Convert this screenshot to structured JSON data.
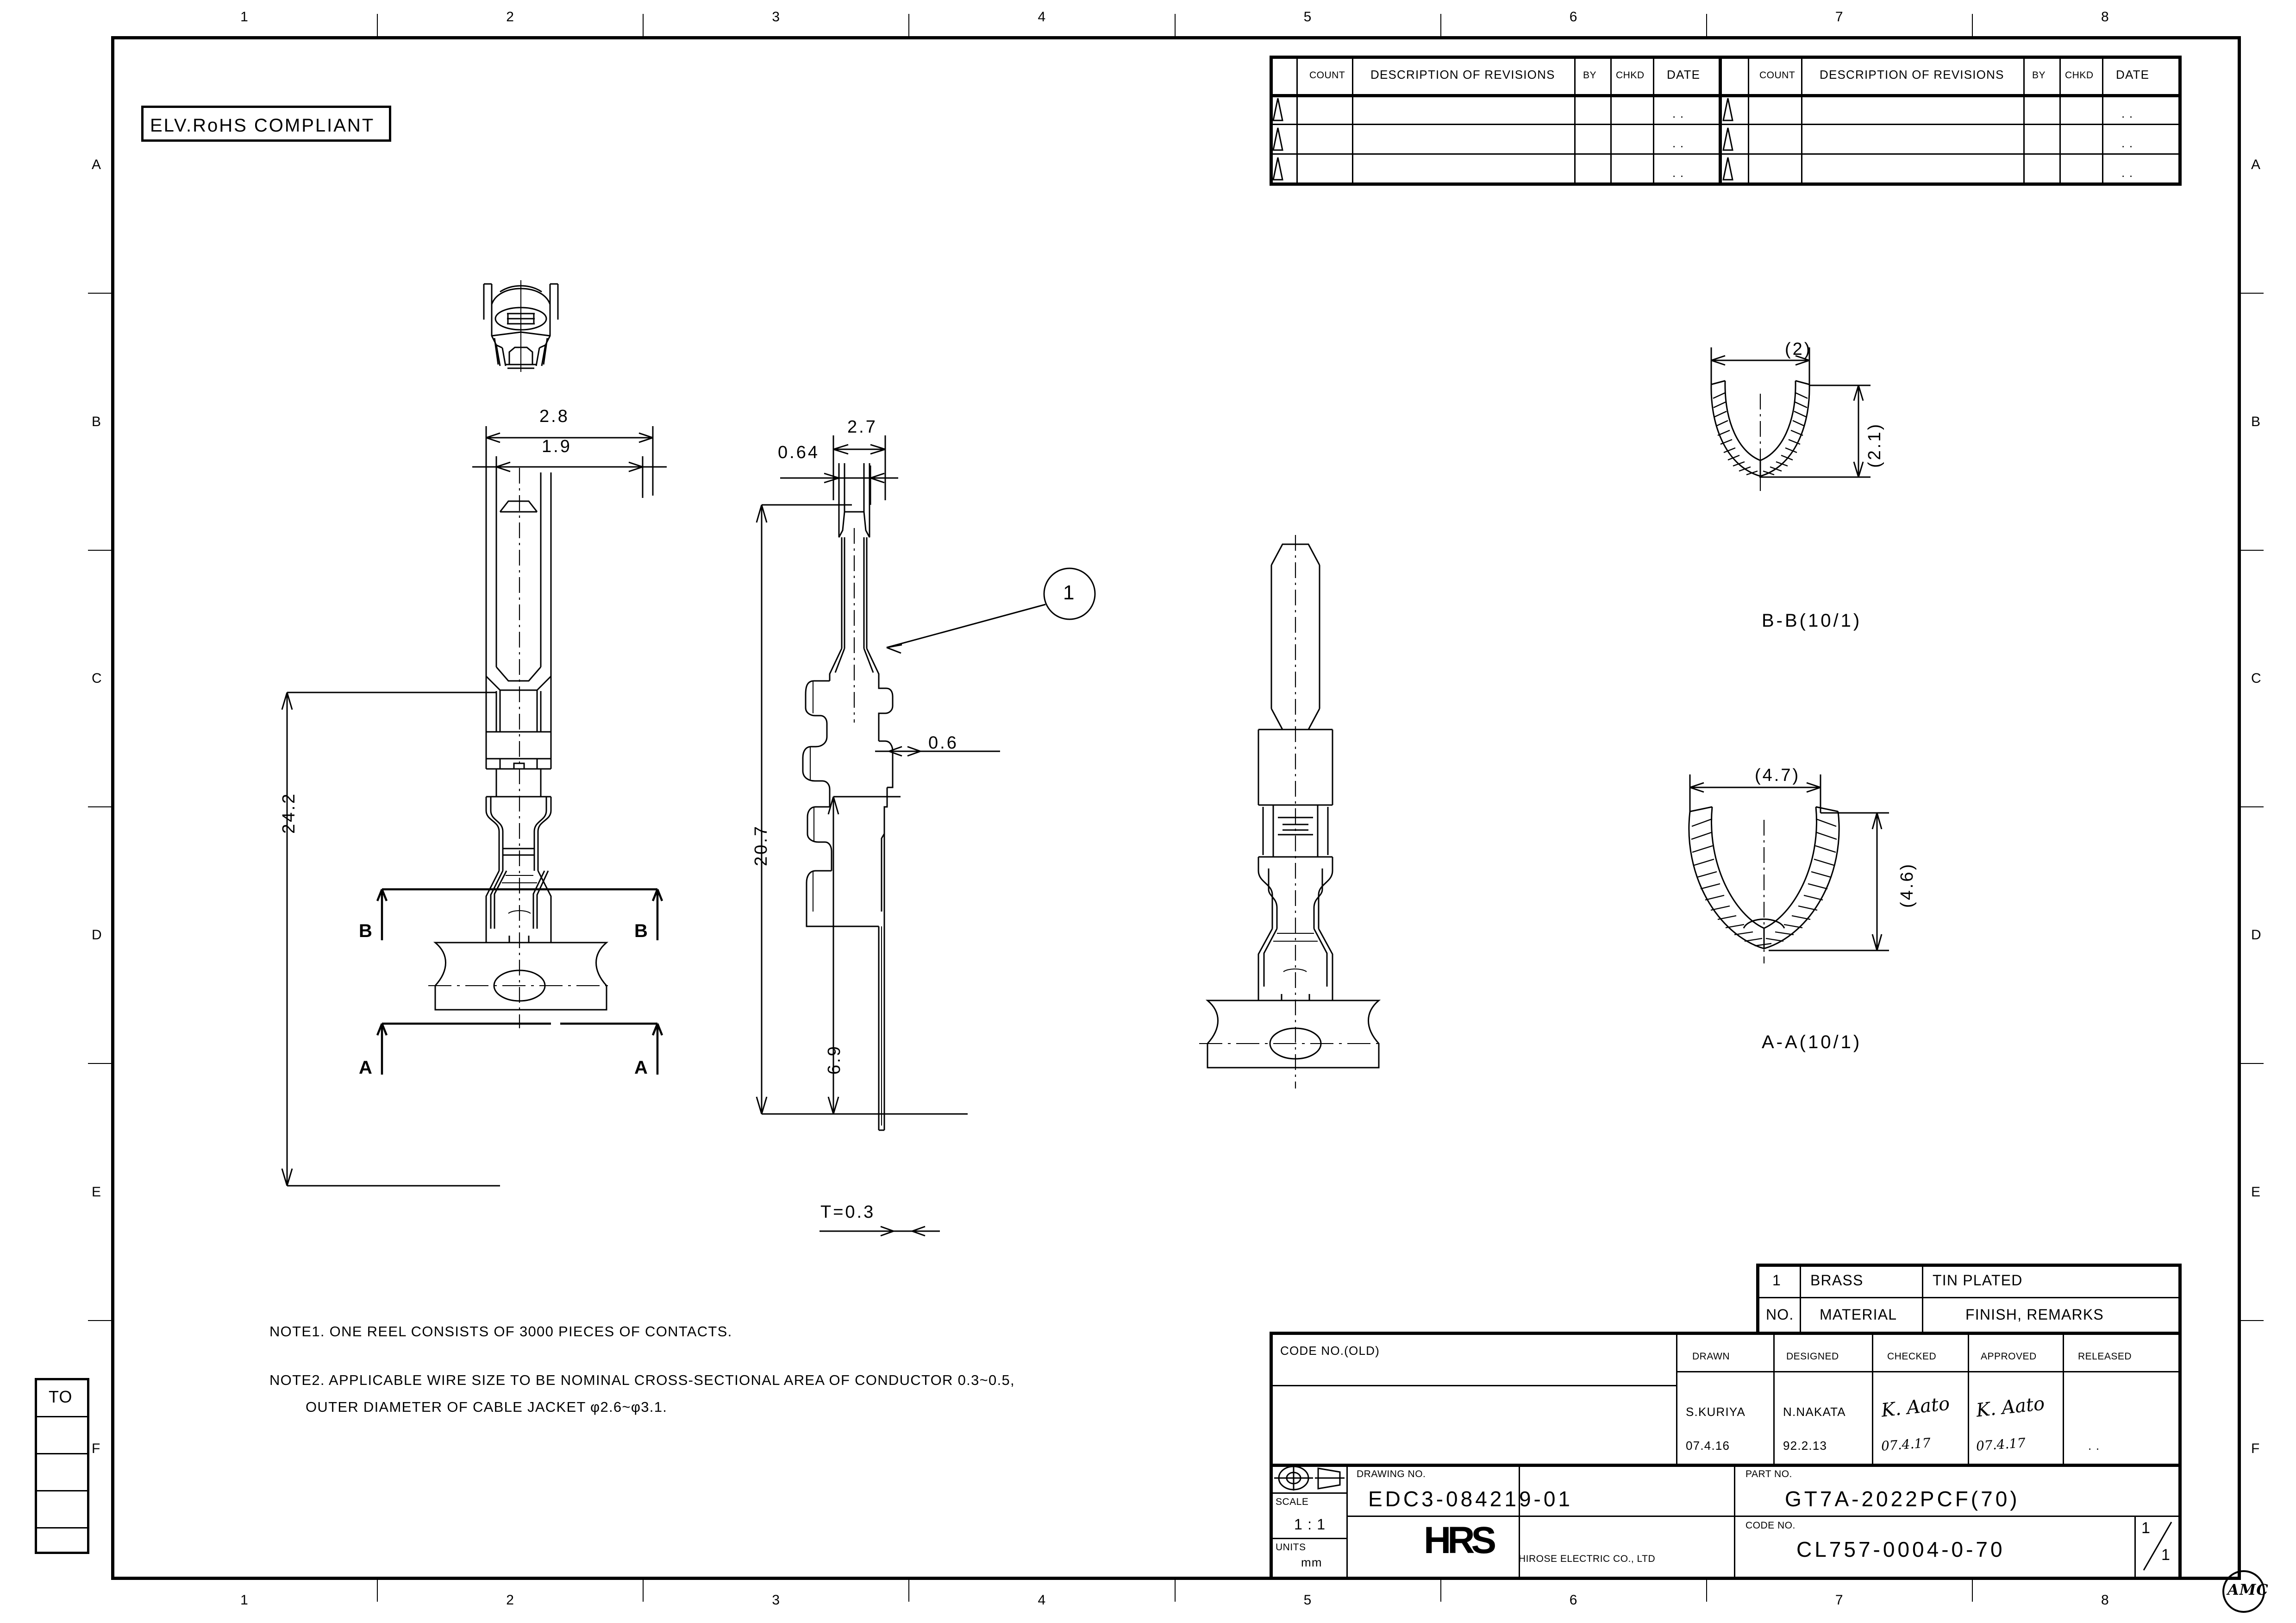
{
  "sheet": {
    "zones_top": [
      "1",
      "2",
      "3",
      "4",
      "5",
      "6",
      "7",
      "8"
    ],
    "zones_bottom": [
      "1",
      "2",
      "3",
      "4",
      "5",
      "6",
      "7",
      "8"
    ],
    "rows_left": [
      "A",
      "B",
      "C",
      "D",
      "E",
      "F"
    ],
    "rows_right": [
      "A",
      "B",
      "C",
      "D",
      "E",
      "F"
    ],
    "compliance_stamp": "ELV.RoHS COMPLIANT",
    "approval_stamp": "AMC",
    "to_box_label": "TO"
  },
  "revision_table": {
    "headers": [
      "COUNT",
      "DESCRIPTION OF REVISIONS",
      "BY",
      "CHKD",
      "DATE"
    ],
    "rows_left": [
      {
        "count": "",
        "description": "",
        "by": "",
        "chkd": "",
        "date": ". ."
      },
      {
        "count": "",
        "description": "",
        "by": "",
        "chkd": "",
        "date": ". ."
      },
      {
        "count": "",
        "description": "",
        "by": "",
        "chkd": "",
        "date": ". ."
      }
    ],
    "rows_right": [
      {
        "count": "",
        "description": "",
        "by": "",
        "chkd": "",
        "date": ". ."
      },
      {
        "count": "",
        "description": "",
        "by": "",
        "chkd": "",
        "date": ". ."
      },
      {
        "count": "",
        "description": "",
        "by": "",
        "chkd": "",
        "date": ". ."
      }
    ]
  },
  "notes": {
    "note1": "NOTE1. ONE REEL CONSISTS OF 3000 PIECES OF CONTACTS.",
    "note2_line1": "NOTE2. APPLICABLE WIRE SIZE TO BE NOMINAL CROSS-SECTIONAL AREA OF CONDUCTOR 0.3~0.5,",
    "note2_line2": "OUTER DIAMETER OF CABLE JACKET φ2.6~φ3.1."
  },
  "dimensions": {
    "front_width_outer": "2.8",
    "front_width_inner": "1.9",
    "front_length_total": "24.2",
    "side_width_outer": "2.7",
    "side_width_tip": "0.64",
    "side_length_total": "20.7",
    "side_length_lower": "6.9",
    "side_step": "0.6",
    "thickness": "T=0.3",
    "balloon_1": "1"
  },
  "sections": {
    "bb": {
      "title": "B-B(10/1)",
      "width": "(2)",
      "height": "(2.1)",
      "marker": "B"
    },
    "aa": {
      "title": "A-A(10/1)",
      "width": "(4.7)",
      "height": "(4.6)",
      "marker": "A"
    }
  },
  "material_table": {
    "row": {
      "no": "1",
      "material": "BRASS",
      "finish": "TIN PLATED"
    },
    "headers": {
      "no": "NO.",
      "material": "MATERIAL",
      "finish": "FINISH, REMARKS"
    }
  },
  "title_block": {
    "code_no_old_label": "CODE NO.(OLD)",
    "code_no_old_value": "",
    "columns": [
      "DRAWN",
      "DESIGNED",
      "CHECKED",
      "APPROVED",
      "RELEASED"
    ],
    "names": [
      "S.KURIYA",
      "N.NAKATA",
      "K. Aato",
      "K. Aato",
      ""
    ],
    "dates": [
      "07.4.16",
      "92.2.13",
      "07.4.17",
      "07.4.17",
      ". ."
    ],
    "scale_label": "SCALE",
    "scale_value": "1 : 1",
    "units_label": "UNITS",
    "units_value": "mm",
    "drawing_no_label": "DRAWING NO.",
    "drawing_no_value": "EDC3-084219-01",
    "part_no_label": "PART NO.",
    "part_no_value": "GT7A-2022PCF(70)",
    "code_no_label": "CODE NO.",
    "code_no_value": "CL757-0004-0-70",
    "company_mark": "HRS",
    "company_name": "HIROSE ELECTRIC CO., LTD",
    "sheet_no": "1",
    "sheet_total": "1"
  }
}
